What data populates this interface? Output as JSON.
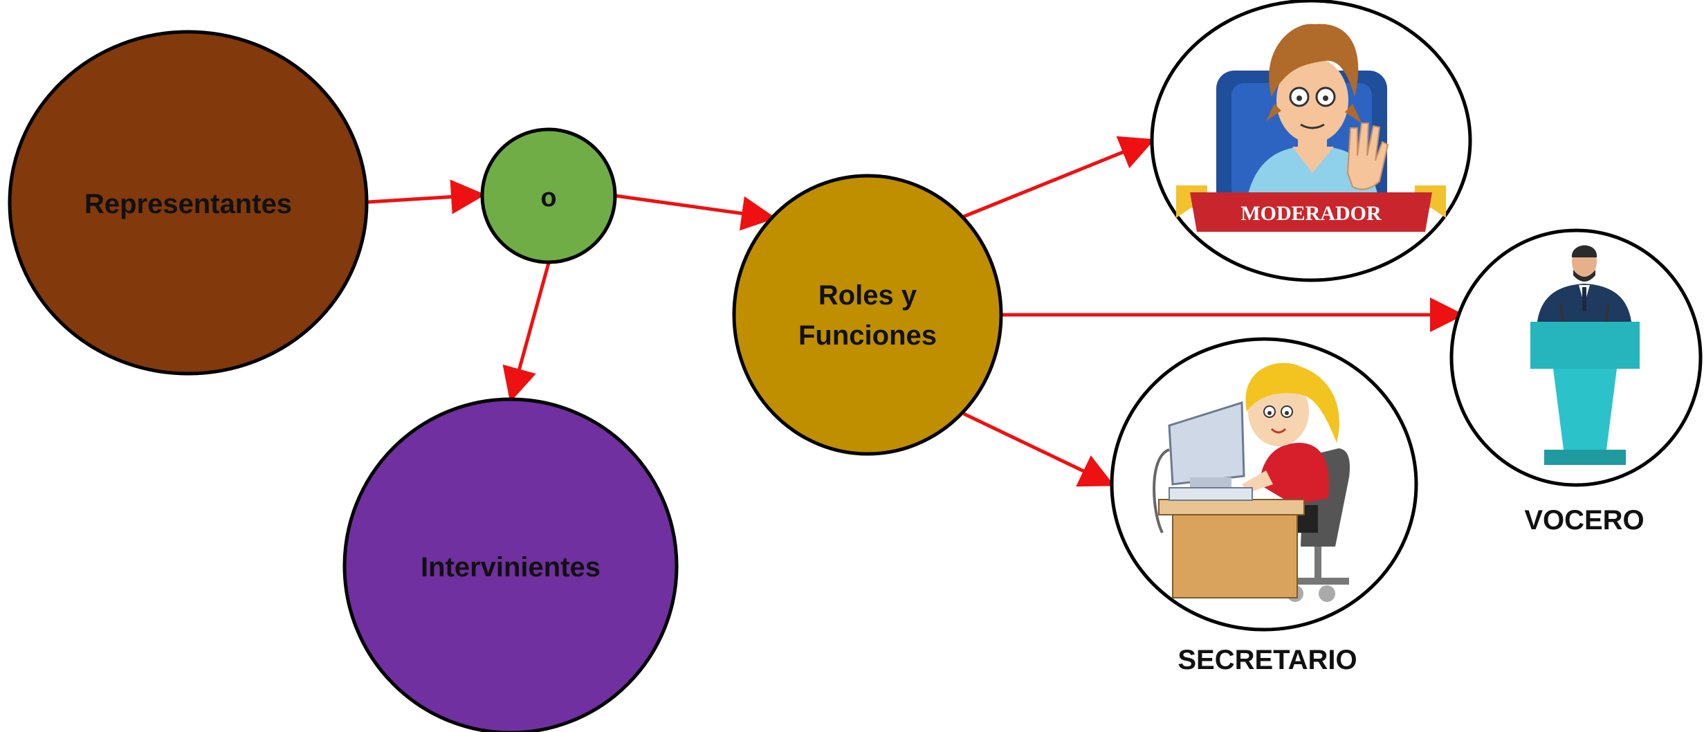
{
  "nodes": {
    "representantes": {
      "label": "Representantes",
      "fill": "#82390c"
    },
    "o": {
      "label": "o",
      "fill": "#70ad47"
    },
    "intervinientes": {
      "label": "Intervinientes",
      "fill": "#7030a0"
    },
    "roles": {
      "label_line1": "Roles y",
      "label_line2": "Funciones",
      "fill": "#bf8f00"
    }
  },
  "roles_output": {
    "moderador": {
      "banner": "MODERADOR"
    },
    "vocero": {
      "caption": "VOCERO"
    },
    "secretario": {
      "caption": "SECRETARIO"
    }
  },
  "colors": {
    "arrow": "#ee1111",
    "outline": "#000000",
    "banner": "#c8262c",
    "banner_ribbon": "#f2c12e",
    "podium": "#26b5bd"
  },
  "icons": [
    "moderator-illustration",
    "speaker-at-podium-illustration",
    "secretary-at-computer-illustration"
  ]
}
